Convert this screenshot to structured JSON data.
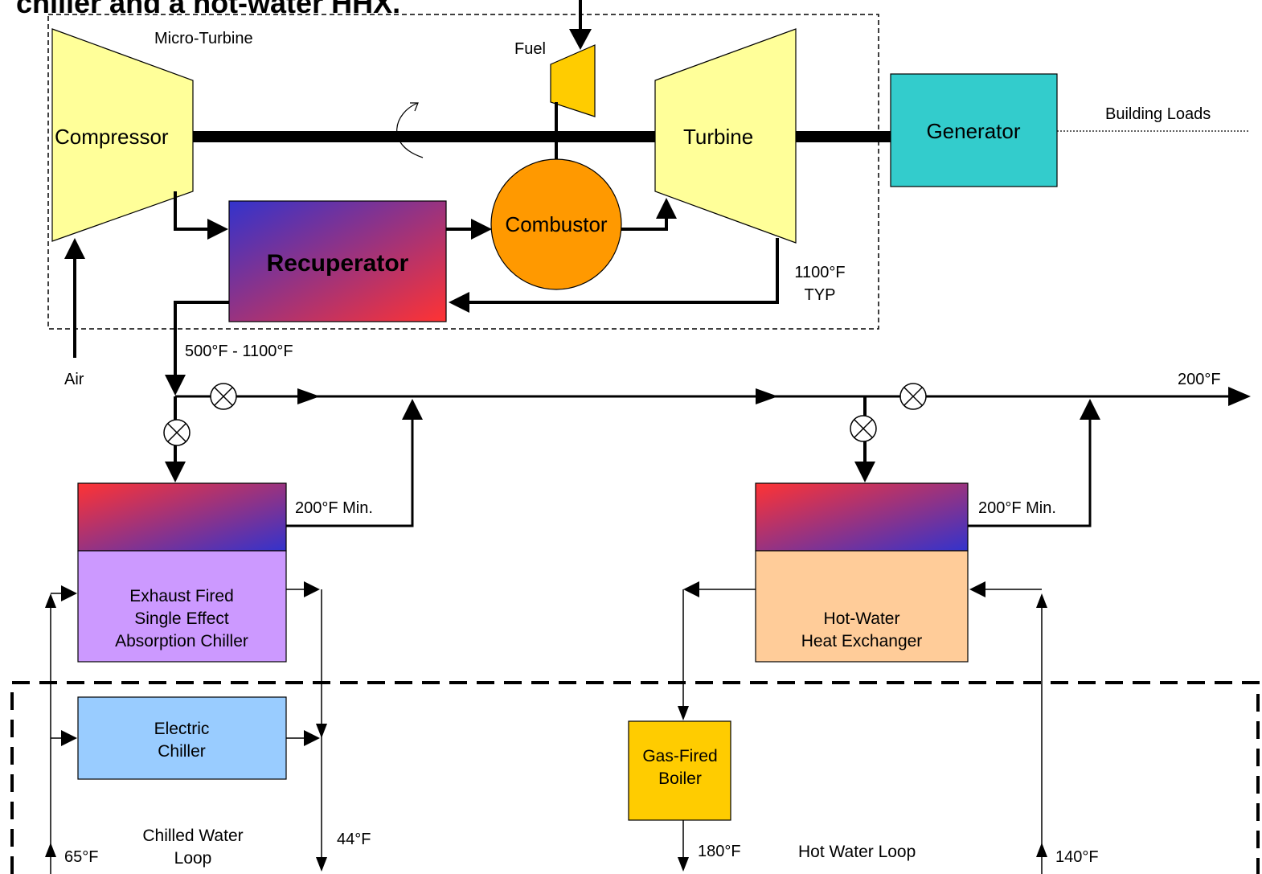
{
  "title": "chiller and a hot-water HHX.",
  "labels": {
    "micro_turbine": "Micro-Turbine",
    "fuel": "Fuel",
    "compressor": "Compressor",
    "turbine": "Turbine",
    "generator": "Generator",
    "building_loads": "Building Loads",
    "recuperator": "Recuperator",
    "combustor": "Combustor",
    "temp_1100_line1": "1100°F",
    "temp_1100_line2": "TYP",
    "temp_500_1100": "500°F - 1100°F",
    "air": "Air",
    "temp_200_out": "200°F",
    "min_left": "200°F Min.",
    "min_right": "200°F Min.",
    "absorption_line1": "Exhaust Fired",
    "absorption_line2": "Single Effect",
    "absorption_line3": "Absorption Chiller",
    "hx_line1": "Hot-Water",
    "hx_line2": "Heat Exchanger",
    "electric_line1": "Electric",
    "electric_line2": "Chiller",
    "boiler_line1": "Gas-Fired",
    "boiler_line2": "Boiler",
    "temp_65": "65°F",
    "chilled_line1": "Chilled Water",
    "chilled_line2": "Loop",
    "temp_44": "44°F",
    "temp_180": "180°F",
    "hot_water_loop": "Hot Water Loop",
    "temp_140": "140°F"
  },
  "colors": {
    "compressor_fill": "#ffff99",
    "generator_fill": "#33cccc",
    "fuel_fill": "#ffcc00",
    "combustor_fill": "#ff9900",
    "absorption_fill": "#cc99ff",
    "hx_fill": "#ffcc99",
    "electric_fill": "#99ccff",
    "boiler_fill": "#ffcc00",
    "gradient_blue": "#3333cc",
    "gradient_red": "#ff3333"
  }
}
